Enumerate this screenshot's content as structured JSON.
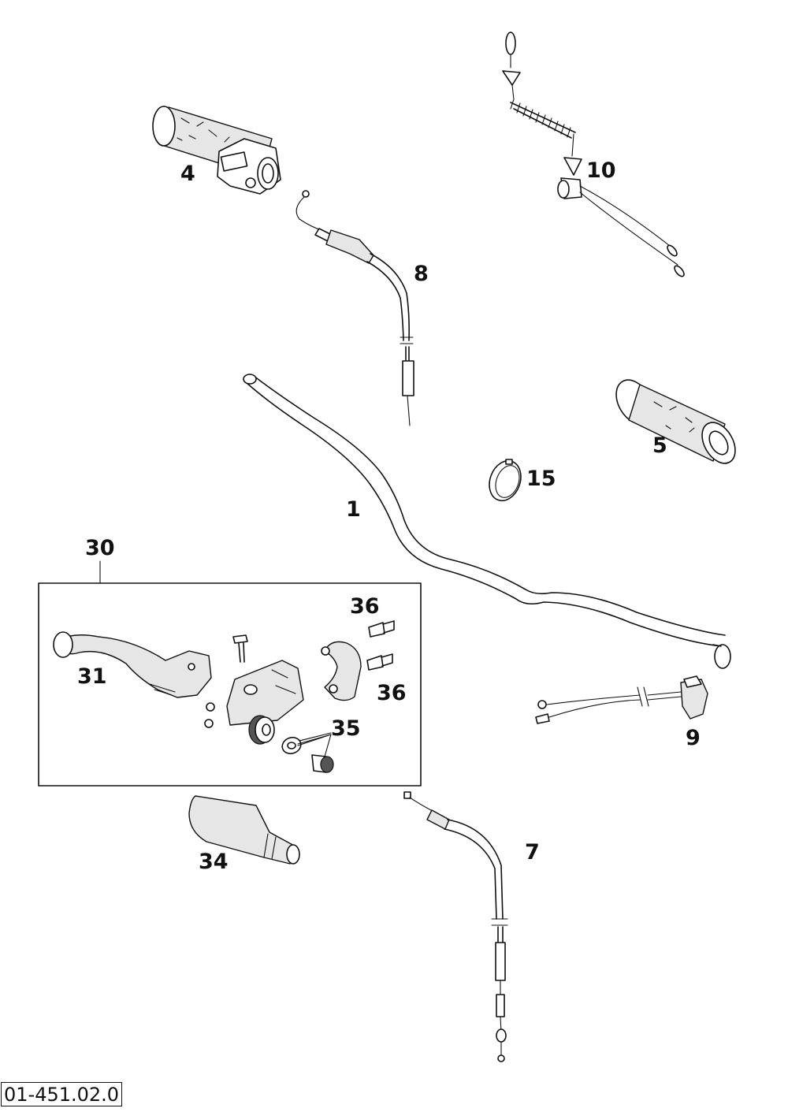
{
  "document_number": "01-451.02.0",
  "callouts": {
    "c1": "1",
    "c4": "4",
    "c5": "5",
    "c7": "7",
    "c8": "8",
    "c9": "9",
    "c10": "10",
    "c15": "15",
    "c30": "30",
    "c31": "31",
    "c34": "34",
    "c35": "35",
    "c36a": "36",
    "c36b": "36"
  }
}
